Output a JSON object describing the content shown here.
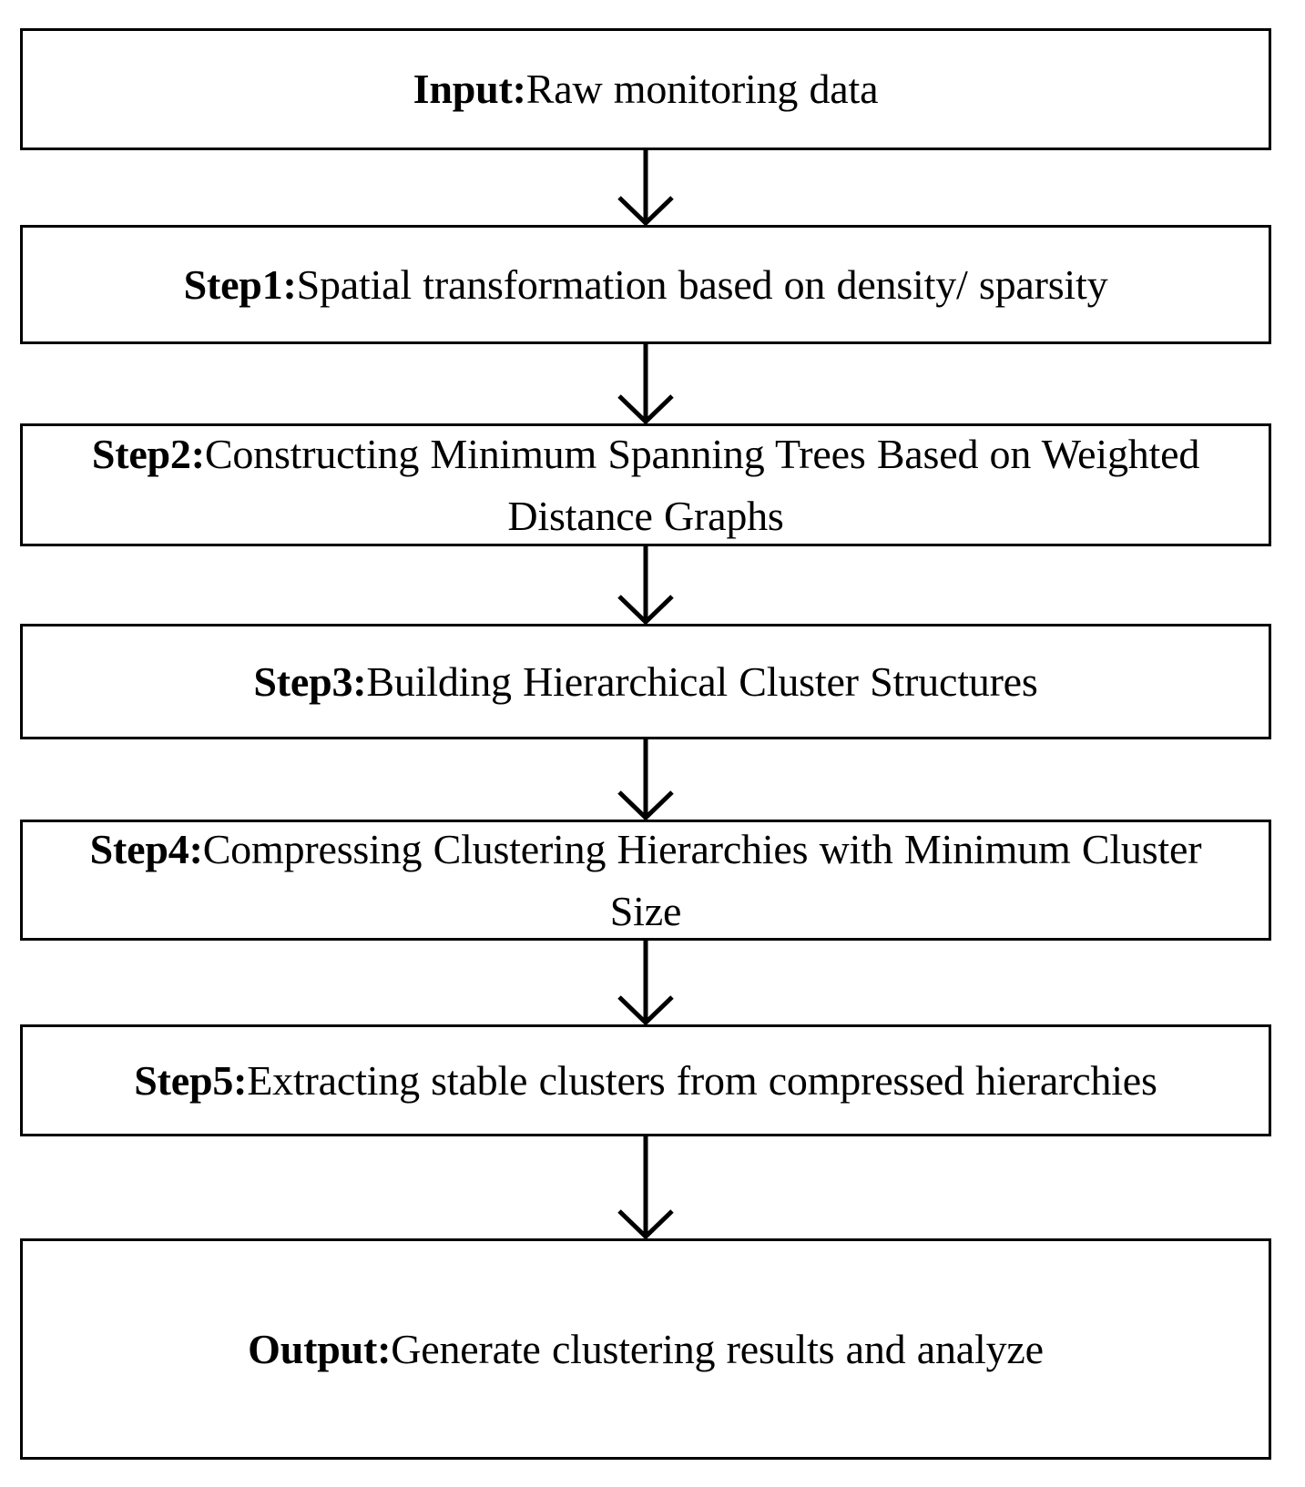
{
  "diagram": {
    "title": "Clustering algorithm workflow flowchart",
    "orientation": "vertical-top-to-bottom",
    "colors": {
      "background": "#ffffff",
      "border": "#000000",
      "text": "#000000",
      "arrow": "#000000"
    },
    "nodes": [
      {
        "id": "input",
        "label_prefix": "Input:",
        "text": "Raw monitoring data"
      },
      {
        "id": "step1",
        "label_prefix": "Step1:",
        "text": "Spatial transformation based on density/ sparsity"
      },
      {
        "id": "step2",
        "label_prefix": "Step2:",
        "text": "Constructing Minimum Spanning Trees Based on Weighted Distance Graphs"
      },
      {
        "id": "step3",
        "label_prefix": "Step3:",
        "text": "Building Hierarchical Cluster Structures"
      },
      {
        "id": "step4",
        "label_prefix": "Step4:",
        "text": "Compressing Clustering Hierarchies with Minimum Cluster Size"
      },
      {
        "id": "step5",
        "label_prefix": "Step5:",
        "text": "Extracting stable clusters from compressed hierarchies"
      },
      {
        "id": "output",
        "label_prefix": "Output:",
        "text": "Generate clustering results and analyze"
      }
    ],
    "connectors": [
      {
        "id": "conn-1",
        "from": "input",
        "to": "step1",
        "style": "arrow-down"
      },
      {
        "id": "conn-2",
        "from": "step1",
        "to": "step2",
        "style": "arrow-down"
      },
      {
        "id": "conn-3",
        "from": "step2",
        "to": "step3",
        "style": "arrow-down"
      },
      {
        "id": "conn-4",
        "from": "step3",
        "to": "step4",
        "style": "arrow-down"
      },
      {
        "id": "conn-5",
        "from": "step4",
        "to": "step5",
        "style": "arrow-down"
      },
      {
        "id": "conn-6",
        "from": "step5",
        "to": "output",
        "style": "arrow-down"
      }
    ]
  }
}
